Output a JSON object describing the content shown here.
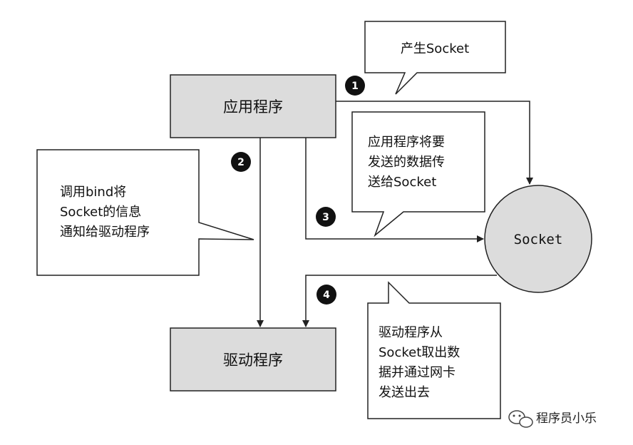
{
  "boxes": {
    "app": "应用程序",
    "driver": "驱动程序",
    "socket": "Socket"
  },
  "steps": [
    "1",
    "2",
    "3",
    "4"
  ],
  "callouts": {
    "create": [
      "产生Socket"
    ],
    "bind": [
      "调用bind将",
      "Socket的信息",
      "通知给驱动程序"
    ],
    "send": [
      "应用程序将要",
      "发送的数据传",
      "送给Socket"
    ],
    "fetch": [
      "驱动程序从",
      "Socket取出数",
      "据并通过网卡",
      "发送出去"
    ]
  },
  "watermark": "程序员小乐"
}
